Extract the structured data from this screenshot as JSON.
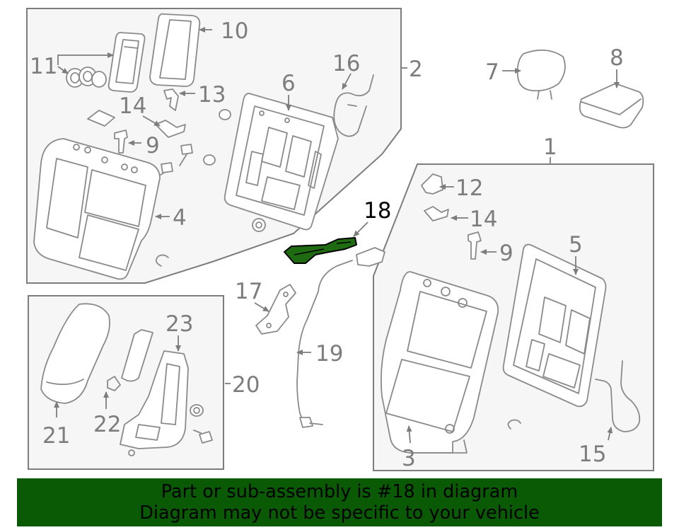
{
  "labels": {
    "p1": "1",
    "p2": "2",
    "p3": "3",
    "p4": "4",
    "p5": "5",
    "p6": "6",
    "p7": "7",
    "p8": "8",
    "p9a": "9",
    "p9b": "9",
    "p10": "10",
    "p11": "11",
    "p12": "12",
    "p13": "13",
    "p14a": "14",
    "p14b": "14",
    "p15": "15",
    "p16": "16",
    "p17": "17",
    "p18": "18",
    "p19": "19",
    "p20": "20",
    "p21": "21",
    "p22": "22",
    "p23": "23"
  },
  "banner": {
    "line1": "Part or sub-assembly is #18 in diagram",
    "line2": "Diagram may not be specific to your vehicle"
  },
  "colors": {
    "banner_bg": "#0a5a05",
    "highlight": "#1f6b12",
    "line": "#8a8a8a"
  }
}
